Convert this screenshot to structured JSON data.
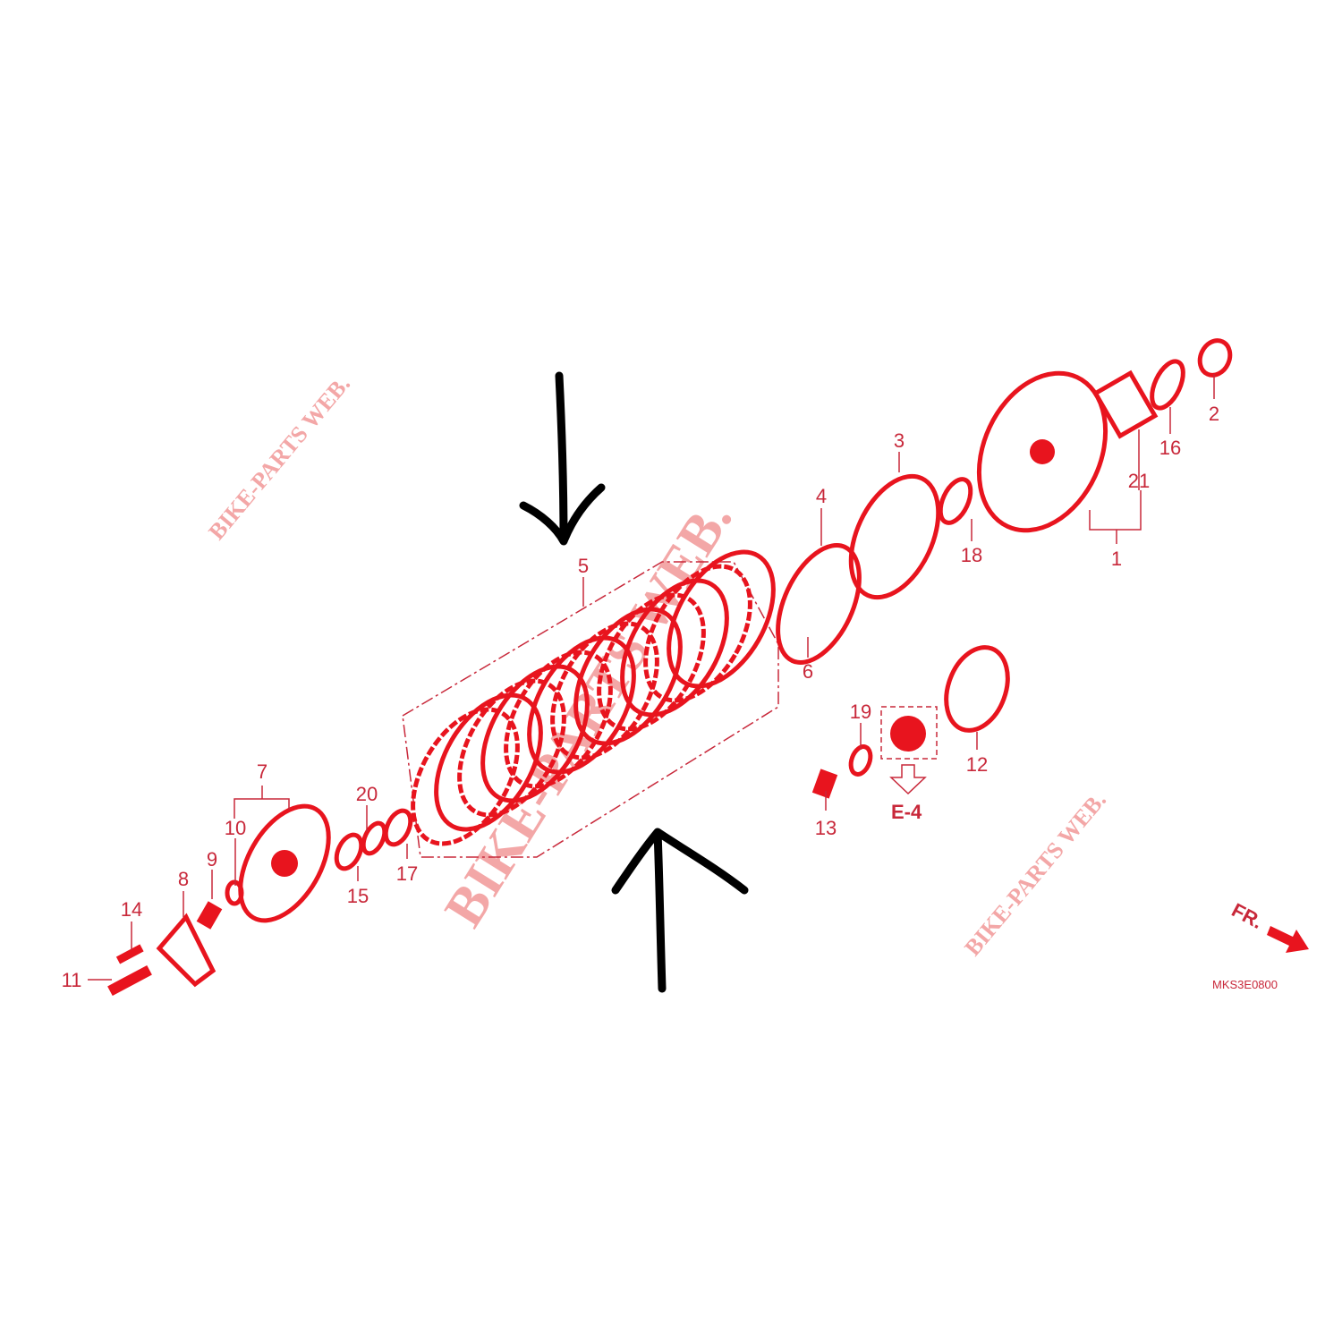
{
  "diagram": {
    "title": "Clutch exploded parts diagram",
    "part_labels": [
      "1",
      "2",
      "3",
      "4",
      "5",
      "6",
      "7",
      "8",
      "9",
      "10",
      "11",
      "12",
      "13",
      "14",
      "15",
      "16",
      "17",
      "18",
      "19",
      "20",
      "21"
    ],
    "reference": "E-4",
    "direction_label": "FR.",
    "diagram_code": "MKS3E0800",
    "watermark": "BIKE-PARTS WEB.",
    "colors": {
      "parts": "#e8141e",
      "labels": "#c8283a",
      "annotation": "#000000"
    }
  }
}
